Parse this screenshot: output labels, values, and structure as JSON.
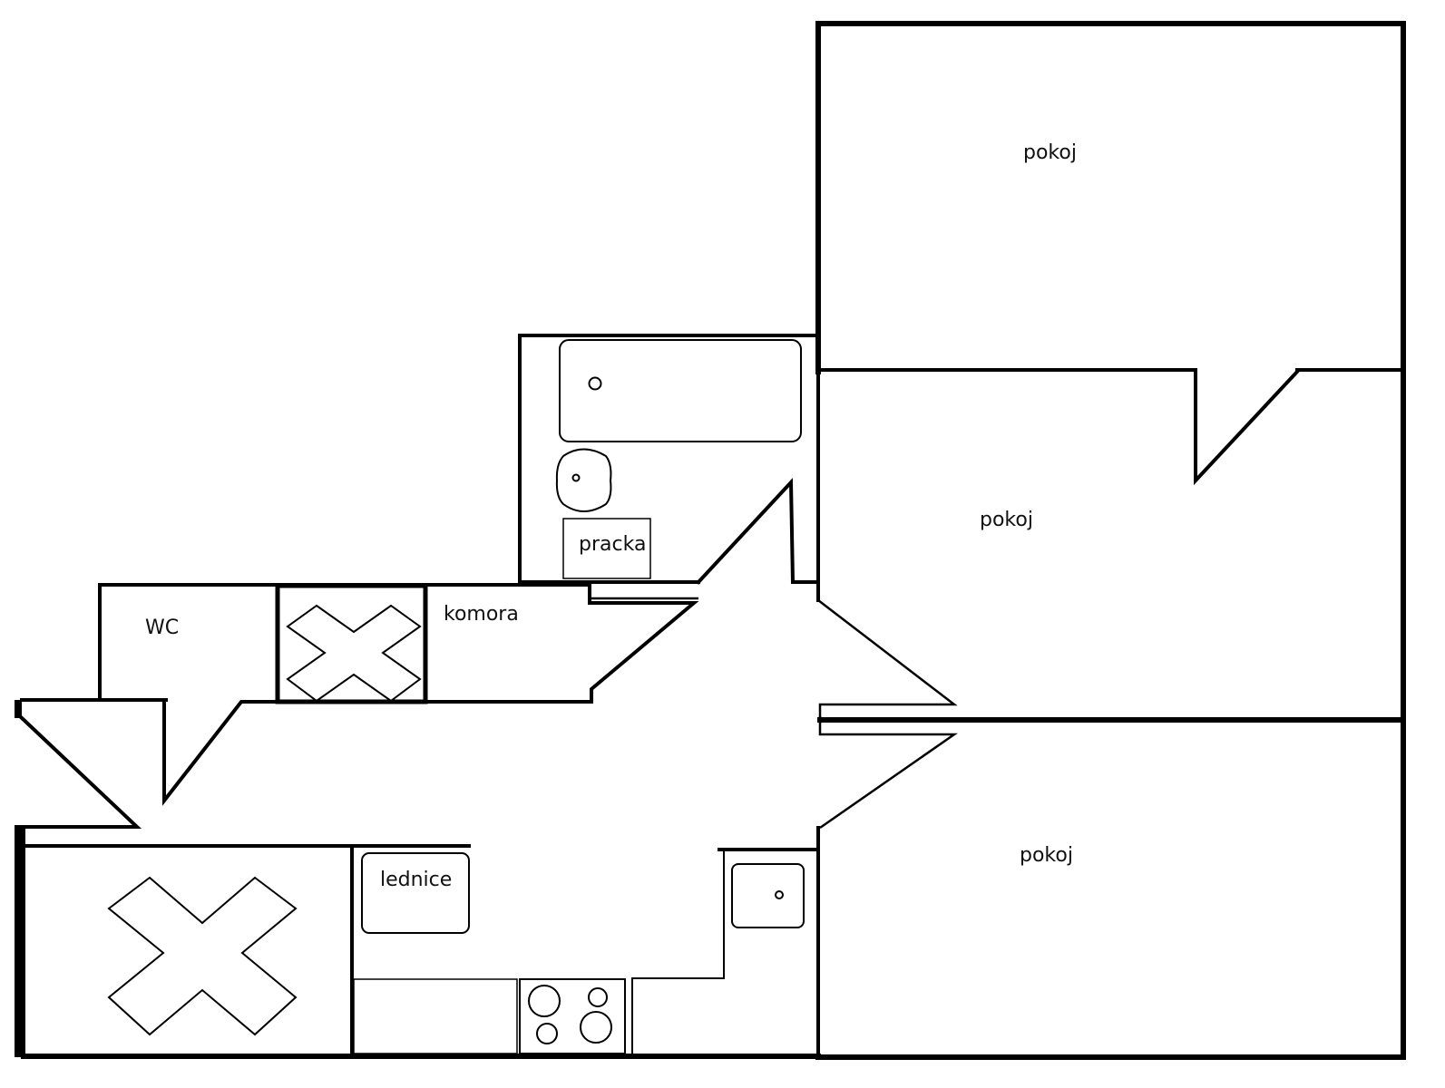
{
  "plan": {
    "type": "floor-plan",
    "rooms": [
      {
        "id": "room-top",
        "label": "pokoj"
      },
      {
        "id": "room-middle",
        "label": "pokoj"
      },
      {
        "id": "room-bottom",
        "label": "pokoj"
      },
      {
        "id": "bathroom",
        "label": ""
      },
      {
        "id": "wc",
        "label": "WC"
      },
      {
        "id": "pantry",
        "label": "komora"
      },
      {
        "id": "kitchen",
        "label": ""
      }
    ],
    "fixtures": {
      "washing_machine": "pracka",
      "fridge": "lednice"
    },
    "symbols": [
      {
        "id": "shaft-x-1",
        "kind": "crossed-out-area"
      },
      {
        "id": "shaft-x-2",
        "kind": "crossed-out-area"
      }
    ],
    "colors": {
      "line": "#000000",
      "background": "#ffffff",
      "text": "#111111"
    }
  }
}
